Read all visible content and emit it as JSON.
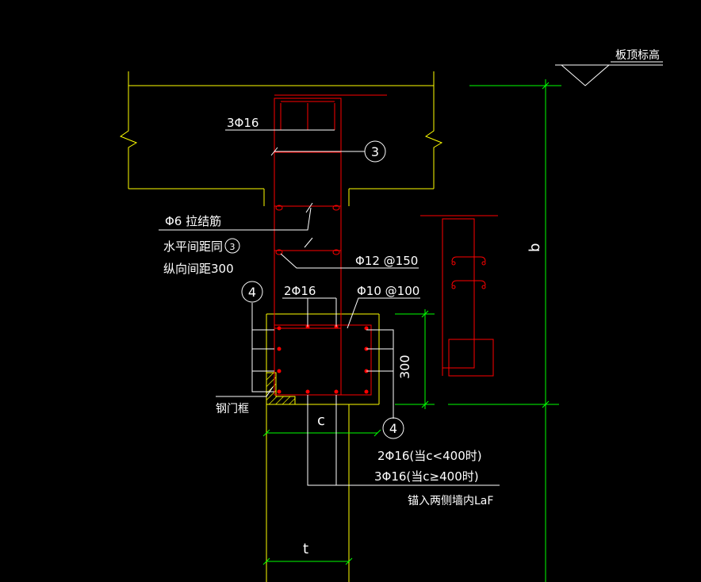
{
  "colors": {
    "background": "#000000",
    "wall_outline": "#ffff00",
    "rebar": "#ff0000",
    "dimension": "#00ff00",
    "leader": "#ffffff",
    "steel_frame_hatch": "#ffff00"
  },
  "labels": {
    "slab_top_elevation": "板顶标高",
    "top_bars": "3Φ16",
    "tie_bar": "Φ6 拉结筋",
    "tie_horizontal": "水平间距同",
    "tie_vertical": "纵向间距300",
    "wall_stirrup": "Φ12 @150",
    "beam_bars": "2Φ16",
    "beam_stirrup": "Φ10 @100",
    "steel_door_frame": "钢门框",
    "dim_c": "c",
    "dim_t": "t",
    "dim_b": "b",
    "dim_300": "300",
    "bottom_bars_small": "2Φ16(当c<400时)",
    "bottom_bars_large": "3Φ16(当c≥400时)",
    "anchor_note": "锚入两侧墙内LaF"
  },
  "callouts": {
    "section_3": "3",
    "section_4_left": "4",
    "section_4_right": "4",
    "ref_mark": "3"
  }
}
